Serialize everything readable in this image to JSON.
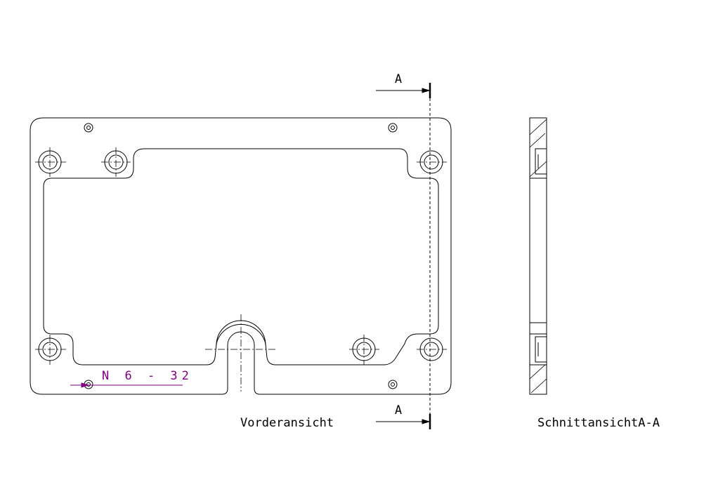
{
  "drawing": {
    "section_marker_top": "A",
    "section_marker_bottom": "A",
    "front_view_label": "Vorderansicht",
    "section_view_label": "SchnittansichtA-A",
    "thread_callout": "N 6 - 32",
    "colors": {
      "line": "#000000",
      "annotation": "#800080",
      "background": "#ffffff"
    }
  }
}
